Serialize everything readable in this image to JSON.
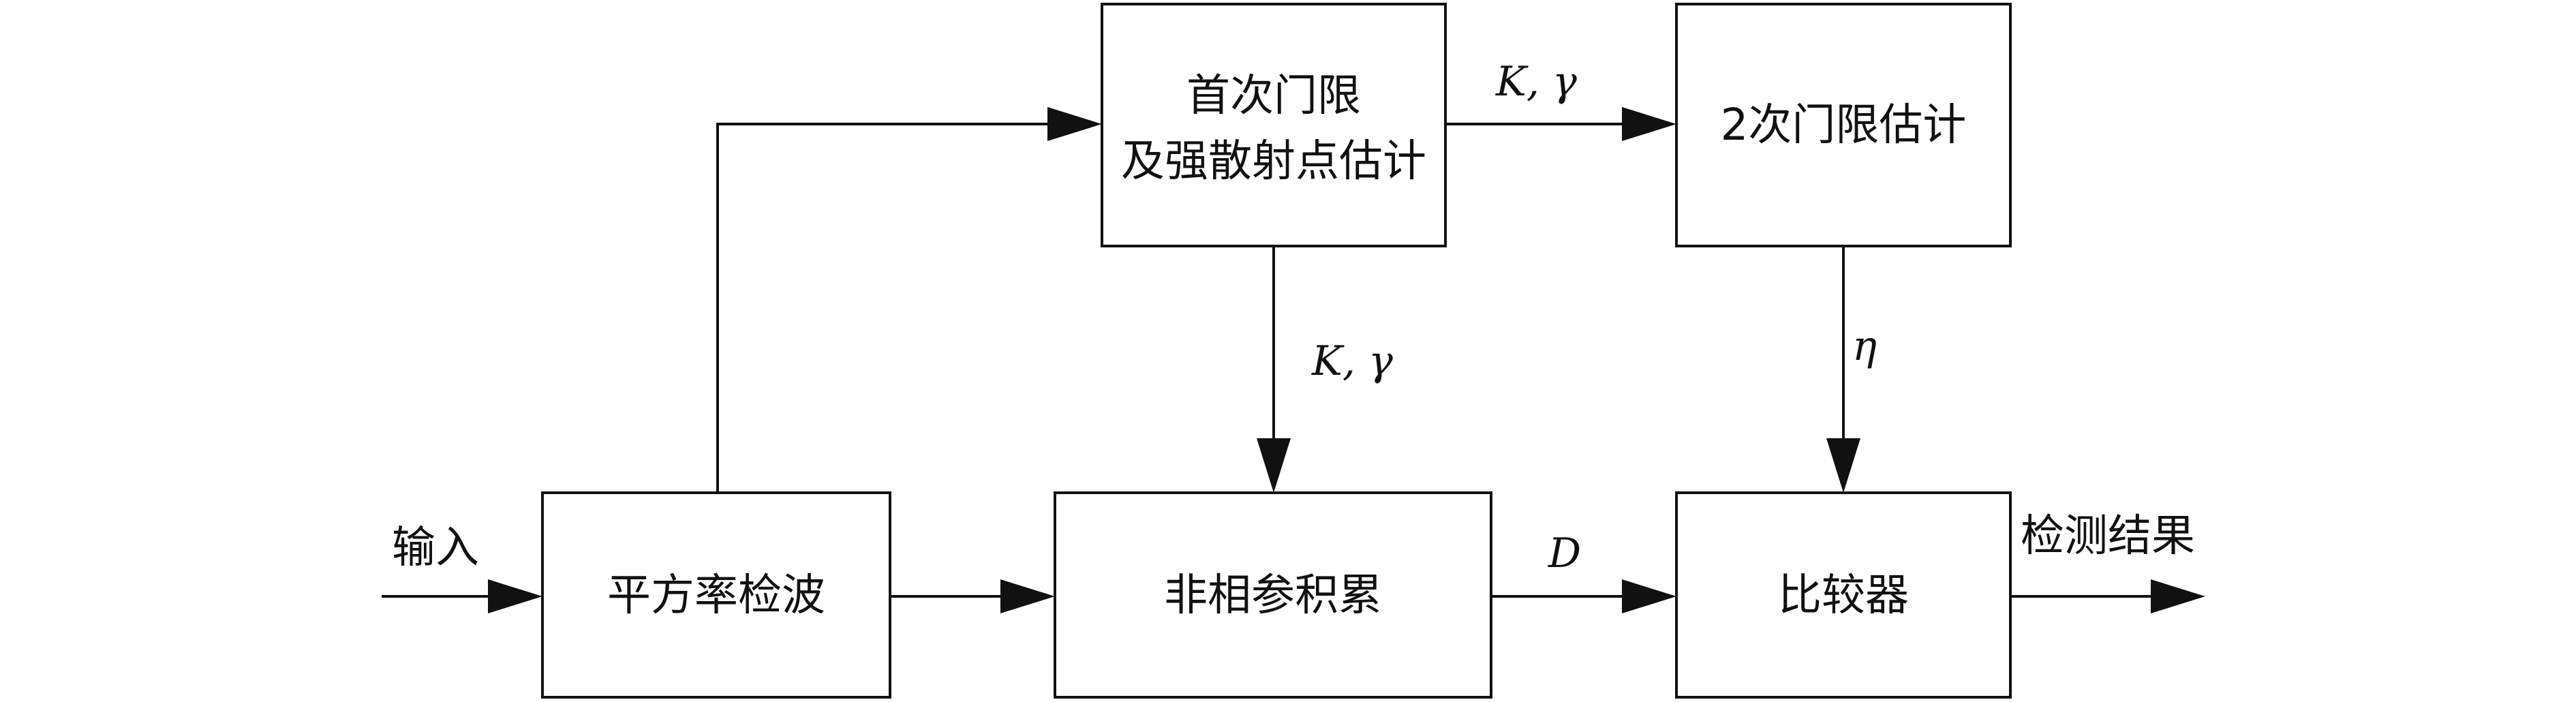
{
  "blocks": {
    "square_law": "平方率检波",
    "first_threshold_line1": "首次门限",
    "first_threshold_line2": "及强散射点估计",
    "second_threshold": "2次门限估计",
    "noncoherent": "非相参积累",
    "comparator": "比较器"
  },
  "labels": {
    "input": "输入",
    "output": "检测结果",
    "k_gamma_right": "K, γ",
    "k_gamma_down": "K, γ",
    "eta": "η",
    "d": "D"
  }
}
